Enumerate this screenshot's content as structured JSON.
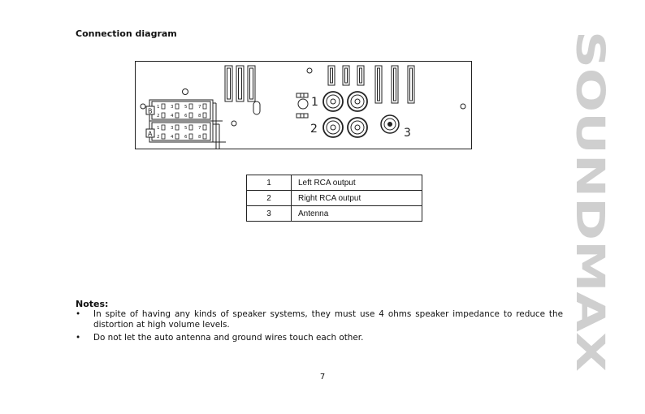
{
  "heading": "Connection diagram",
  "brand": "SOUNDMAX",
  "diagram": {
    "connectors": [
      {
        "letter": "B",
        "pins_top": [
          "1",
          "3",
          "5",
          "7"
        ],
        "pins_bottom": [
          "2",
          "4",
          "6",
          "8"
        ]
      },
      {
        "letter": "A",
        "pins_top": [
          "1",
          "3",
          "5",
          "7"
        ],
        "pins_bottom": [
          "2",
          "4",
          "6",
          "8"
        ]
      }
    ],
    "callouts": [
      "1",
      "2",
      "3"
    ]
  },
  "legend": [
    {
      "num": "1",
      "label": "Left RCA output"
    },
    {
      "num": "2",
      "label": "Right RCA output"
    },
    {
      "num": "3",
      "label": "Antenna"
    }
  ],
  "notes": {
    "title": "Notes:",
    "bullet": "•",
    "items": [
      "In spite of having any kinds of speaker systems, they must use 4 ohms speaker impedance to reduce the distortion at high volume levels.",
      "Do not let the auto antenna and ground wires touch each other."
    ]
  },
  "page_number": "7",
  "colors": {
    "brand": "#cfcfcf",
    "line": "#222222"
  }
}
